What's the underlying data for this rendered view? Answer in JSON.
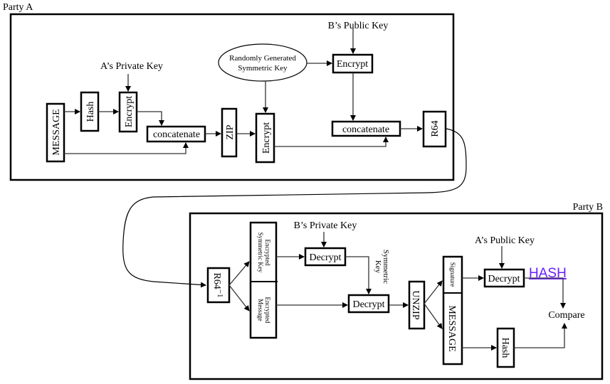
{
  "party_a": {
    "title": "Party A",
    "message": "MESSAGE",
    "hash": "Hash",
    "private_key_label": "A’s Private Key",
    "encrypt_sig": "Encrypt",
    "concatenate_1": "concatenate",
    "zip": "ZIP",
    "session_key_line1": "Randomly Generated",
    "session_key_line2": "Symmetric Key",
    "encrypt_msg": "Encrypt",
    "public_key_label": "B’s Public Key",
    "encrypt_key": "Encrypt",
    "concatenate_2": "concatenate",
    "r64": "R64"
  },
  "party_b": {
    "title": "Party B",
    "r64_inverse": "R64",
    "r64_inverse_exp": "−1",
    "enc_key_line1": "Encrypted",
    "enc_key_line2": "Symmetric Key",
    "enc_msg_line1": "Encrypted",
    "enc_msg_line2": "Message",
    "private_key_label": "B’s Private Key",
    "decrypt_key": "Decrypt",
    "sym_key_line1": "Symmetric",
    "sym_key_line2": "Key",
    "decrypt_msg": "Decrypt",
    "unzip": "UNZIP",
    "signature": "Signature",
    "message": "MESSAGE",
    "public_key_label": "A’s Public Key",
    "decrypt_sig": "Decrypt",
    "hash_annotation": "HASH",
    "hash_annotation_color": "#6a1cff",
    "compare": "Compare",
    "hash": "Hash"
  }
}
